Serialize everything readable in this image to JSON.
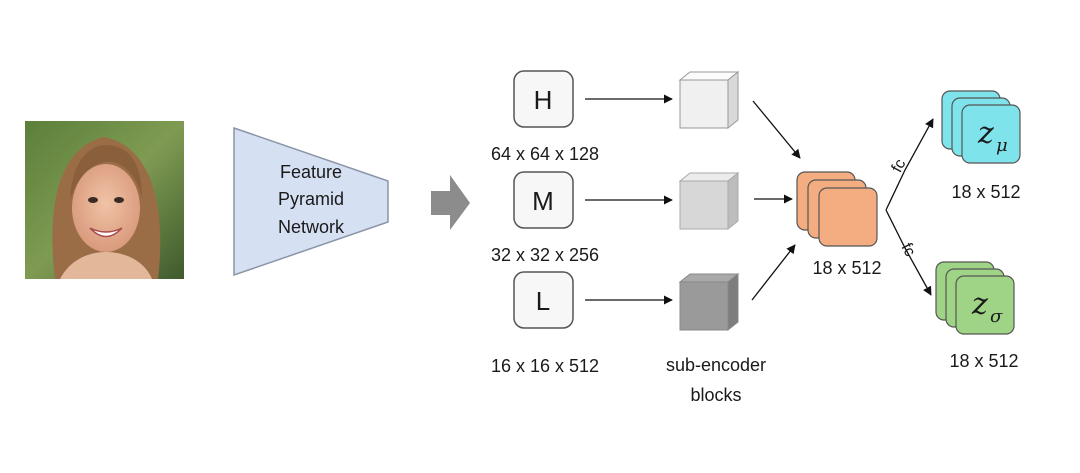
{
  "fpn": {
    "line1": "Feature",
    "line2": "Pyramid",
    "line3": "Network"
  },
  "levels": [
    {
      "letter": "H",
      "dims": "64 x 64 x 128"
    },
    {
      "letter": "M",
      "dims": "32 x 32 x 256"
    },
    {
      "letter": "L",
      "dims": "16 x 16 x 512"
    }
  ],
  "sub_encoder": {
    "line1": "sub-encoder",
    "line2": "blocks"
  },
  "merged": {
    "dims": "18 x 512"
  },
  "outputs": {
    "mu": {
      "base": "z",
      "sub": "μ",
      "dims": "18 x 512"
    },
    "sigma": {
      "base": "z",
      "sub": "σ",
      "dims": "18 x 512"
    },
    "fc_top": "fc",
    "fc_bottom": "fc"
  },
  "colors": {
    "fpn_fill": "#d6e0f3",
    "fpn_stroke": "#8a94a6",
    "merged_fill": "#f4ad80",
    "mu_fill": "#7fe3ec",
    "sigma_fill": "#9fd486",
    "arrow_gray": "#8c8c8c"
  },
  "photo": {
    "icon": "face-photo"
  }
}
